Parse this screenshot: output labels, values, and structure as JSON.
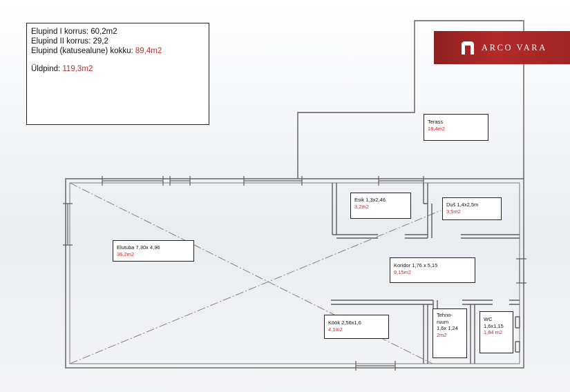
{
  "summary": {
    "floor1": "Elupind I korrus: 60,2m2",
    "floor2": "Elupind II korrus: 29,2",
    "total_label": "Elupind (katusealune) kokku: ",
    "total_value": "89,4m2",
    "gross_label": "Üldpind: ",
    "gross_value": "119,3m2"
  },
  "rooms": {
    "terass": {
      "name": "Terass",
      "area": "18,4m2"
    },
    "esik": {
      "name": "Esik 1,3x2,46",
      "area": "3,2m2"
    },
    "dush": {
      "name": "Duš 1,4x2,5m",
      "area": "3,5m2"
    },
    "elutuba": {
      "name": "Elutuba 7,30x 4,96",
      "area": "36,2m2"
    },
    "koridor": {
      "name": "Koridor 1,76 x 5,15",
      "area": "9,15m2"
    },
    "kook": {
      "name": "Köök 2,56x1,6",
      "area": "4,1m2"
    },
    "tehnoruum": {
      "name_line1": "Tehno-",
      "name_line2": "ruum",
      "dims": "1,6x 1,24",
      "area": "2m2"
    },
    "wc": {
      "name": "WC",
      "dims": "1,6x1,15",
      "area": "1,84 m2"
    }
  },
  "logo": {
    "text": "ARCO VARA",
    "color": "#b32a2a"
  },
  "colors": {
    "accent_red": "#c0282c",
    "wall": "#555555"
  }
}
